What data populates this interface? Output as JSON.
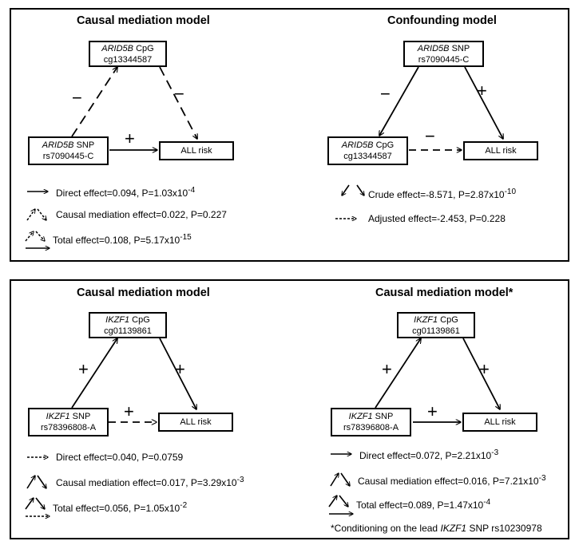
{
  "panel_top": {
    "left": {
      "title": "Causal mediation model",
      "mediator": {
        "gene": "ARID5B",
        "suffix": " CpG",
        "id": "cg13344587"
      },
      "exposure": {
        "gene": "ARID5B",
        "suffix": " SNP",
        "id": "rs7090445-C"
      },
      "outcome": "ALL risk",
      "signs": {
        "exp_med": "−",
        "med_out": "−",
        "exp_out": "+"
      },
      "legend": [
        {
          "text": "Direct effect=0.094, P=1.03x10",
          "sup": "-4"
        },
        {
          "text": "Causal mediation effect=0.022, P=0.227",
          "sup": ""
        },
        {
          "text": "Total effect=0.108, P=5.17x10",
          "sup": "-15"
        }
      ]
    },
    "right": {
      "title": "Confounding model",
      "confounder": {
        "gene": "ARID5B",
        "suffix": " SNP",
        "id": "rs7090445-C"
      },
      "exposure": {
        "gene": "ARID5B",
        "suffix": " CpG",
        "id": "cg13344587"
      },
      "outcome": "ALL risk",
      "signs": {
        "conf_exp": "−",
        "conf_out": "+",
        "exp_out": "−"
      },
      "legend": [
        {
          "text": "Crude effect=-8.571, P=2.87x10",
          "sup": "-10"
        },
        {
          "text": "Adjusted effect=-2.453, P=0.228",
          "sup": ""
        }
      ]
    }
  },
  "panel_bottom": {
    "left": {
      "title": "Causal mediation model",
      "mediator": {
        "gene": "IKZF1",
        "suffix": " CpG",
        "id": "cg01139861"
      },
      "exposure": {
        "gene": "IKZF1",
        "suffix": " SNP",
        "id": "rs78396808-A"
      },
      "outcome": "ALL risk",
      "signs": {
        "exp_med": "+",
        "med_out": "+",
        "exp_out": "+"
      },
      "legend": [
        {
          "text": "Direct effect=0.040, P=0.0759",
          "sup": ""
        },
        {
          "text": "Causal mediation effect=0.017, P=3.29x10",
          "sup": "-3"
        },
        {
          "text": "Total effect=0.056, P=1.05x10",
          "sup": "-2"
        }
      ]
    },
    "right": {
      "title": "Causal mediation model*",
      "mediator": {
        "gene": "IKZF1",
        "suffix": " CpG",
        "id": "cg01139861"
      },
      "exposure": {
        "gene": "IKZF1",
        "suffix": " SNP",
        "id": "rs78396808-A"
      },
      "outcome": "ALL risk",
      "signs": {
        "exp_med": "+",
        "med_out": "+",
        "exp_out": "+"
      },
      "legend": [
        {
          "text": "Direct effect=0.072, P=2.21x10",
          "sup": "-3"
        },
        {
          "text": "Causal mediation effect=0.016, P=7.21x10",
          "sup": "-3"
        },
        {
          "text": "Total effect=0.089, P=1.47x10",
          "sup": "-4"
        }
      ],
      "footnote": {
        "prefix": "*Conditioning on the lead ",
        "gene": "IKZF1",
        "suffix": " SNP rs10230978"
      }
    }
  }
}
